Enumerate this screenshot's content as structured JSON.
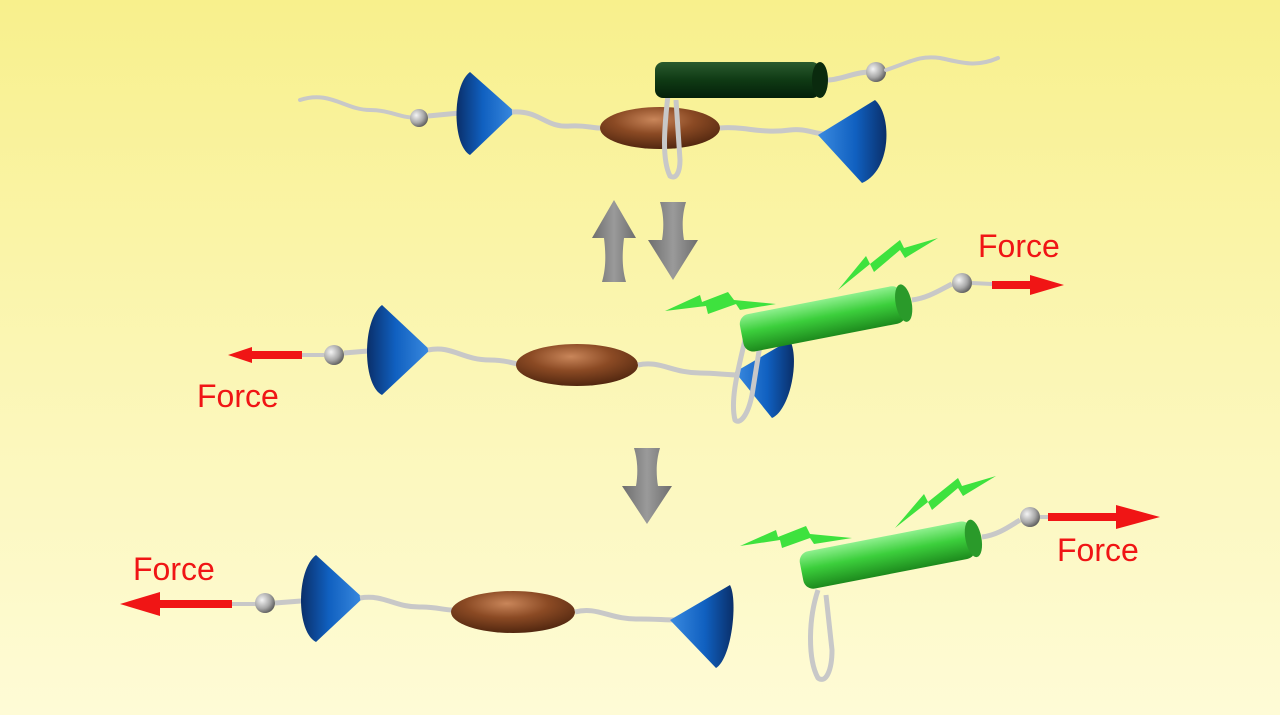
{
  "labels": {
    "force_stage2_right": "Force",
    "force_stage2_left": "Force",
    "force_stage3_left": "Force",
    "force_stage3_right": "Force"
  },
  "colors": {
    "force_red": "#f01515",
    "arrow_gray": "#8a8a8a",
    "stopper_blue": "#1060c0",
    "core_brown": "#8b4a24",
    "ring_dark_green": "#0f3a14",
    "ring_bright_green": "#3ccf3c",
    "signal_green": "#3ee23e",
    "thread_gray": "#c8c8c8"
  },
  "icons": [
    "double-arrow-icon",
    "down-arrow-icon",
    "force-arrow-icon",
    "lightning-bolt-icon",
    "cone-stopper",
    "ellipsoid-core",
    "cylinder-ring",
    "bead-end"
  ]
}
